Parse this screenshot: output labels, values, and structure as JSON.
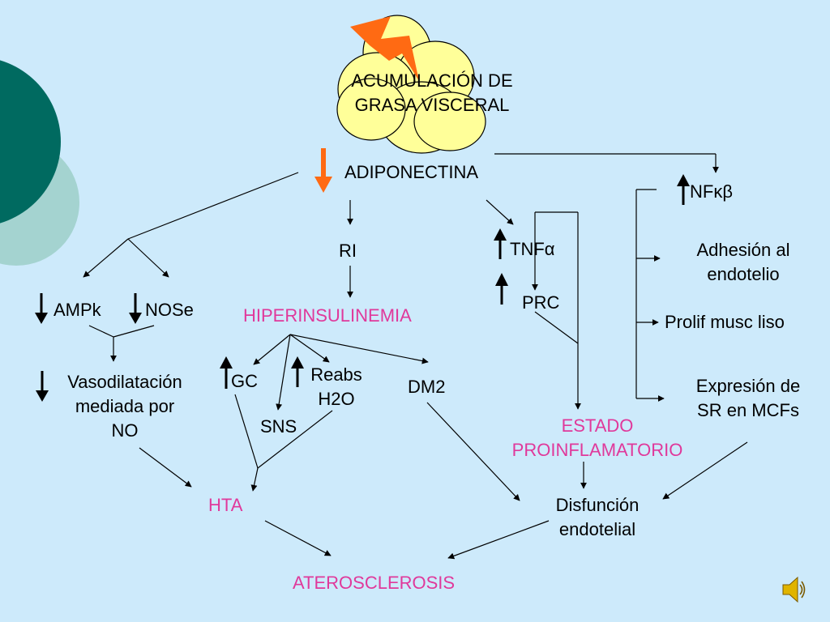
{
  "slide": {
    "fat_label_1": "ACUMULACIÓN DE",
    "fat_label_2": "GRASA VISCERAL",
    "adiponectina": "ADIPONECTINA",
    "ri": "RI",
    "tnf": "TNFα",
    "prc": "PRC",
    "nfkb": "NFκβ",
    "hiperinsulinemia": "HIPERINSULINEMIA",
    "ampk": "AMPk",
    "nose": "NOSe",
    "vaso_1": "Vasodilatación",
    "vaso_2": "mediada por",
    "vaso_3": "NO",
    "gc": "GC",
    "reabs_1": "Reabs",
    "reabs_2": "H2O",
    "sns": "SNS",
    "dm2": "DM2",
    "hta": "HTA",
    "estado_1": "ESTADO",
    "estado_2": "PROINFLAMATORIO",
    "adhesion_1": "Adhesión al",
    "adhesion_2": "endotelio",
    "prolif": "Prolif musc liso",
    "expresion_1": "Expresión de",
    "expresion_2": "SR en MCFs",
    "disfuncion_1": "Disfunción",
    "disfuncion_2": "endotelial",
    "aterosclerosis": "ATEROSCLEROSIS"
  },
  "colors": {
    "background": "#cdeafb",
    "accent_pink": "#e0399b",
    "arrow_orange": "#ff6a13",
    "fat_yellow": "#ffff99",
    "teal_dark": "#006a60",
    "teal_light": "#a4d3d0"
  },
  "icons": [
    "lightning-icon",
    "speaker-icon"
  ]
}
